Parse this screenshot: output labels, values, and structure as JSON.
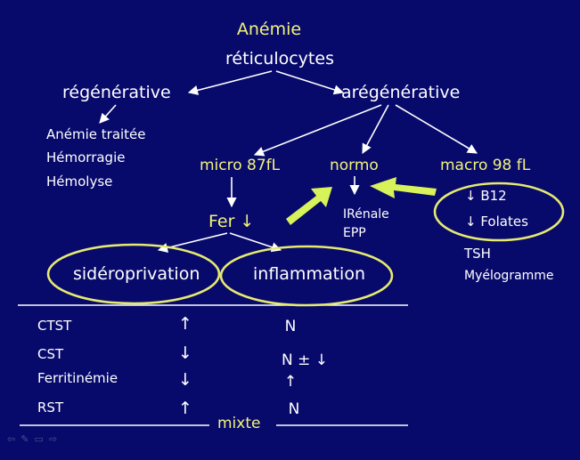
{
  "colors": {
    "background": "#070a6b",
    "highlight": "#f2f37a",
    "text": "#ffffff",
    "arrow_fill": "#d8f25a",
    "ellipse": "#e6ea70"
  },
  "top": {
    "title": "Anémie",
    "subtitle": "réticulocytes"
  },
  "branches": {
    "regenerative": "régénérative",
    "aregenerative": "arégénérative"
  },
  "regenerative_causes": [
    "Anémie traitée",
    "Hémorragie",
    "Hémolyse"
  ],
  "aregenerative_types": {
    "micro": "micro 87fL",
    "normo": "normo",
    "macro": "macro 98 fL"
  },
  "fer": "Fer ↓",
  "normo_causes": [
    "IRénale",
    "EPP"
  ],
  "macro_causes": [
    "↓ B12",
    "↓ Folates"
  ],
  "macro_other": [
    "TSH",
    "Myélogramme"
  ],
  "ellipses": {
    "left": "sidéroprivation",
    "right": "inflammation"
  },
  "table": {
    "rows": [
      {
        "label": "CTST",
        "sidero": "↑",
        "inflam": "N"
      },
      {
        "label": "CST",
        "sidero": "↓",
        "inflam": "N ± ↓"
      },
      {
        "label": "Ferritinémie",
        "sidero": "↓",
        "inflam": "↑"
      },
      {
        "label": "RST",
        "sidero": "↑",
        "inflam": "N"
      }
    ],
    "footer": "mixte"
  },
  "nav_icons": [
    "back-arrow-icon",
    "pen-icon",
    "menu-icon",
    "forward-arrow-icon"
  ]
}
